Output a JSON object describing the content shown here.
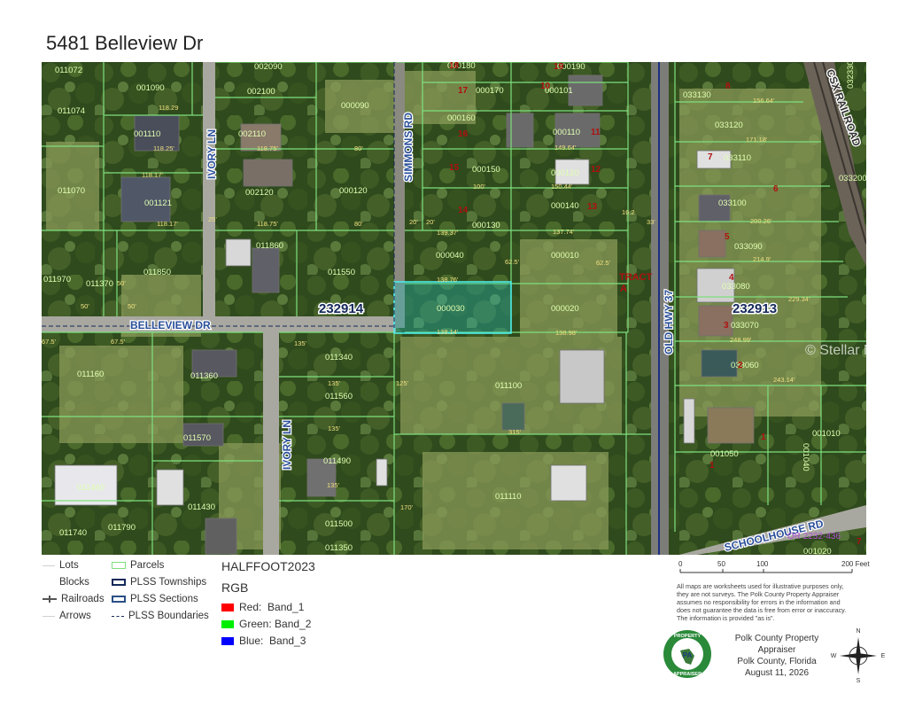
{
  "title": "5481 Belleview Dr",
  "watermark": "© Stellar MLS",
  "roads": {
    "ivory_ln_top": "IVORY LN",
    "ivory_ln_bottom": "IVORY LN",
    "simmons_rd": "SIMMONS RD",
    "belleview_dr": "BELLEVIEW DR",
    "old_hwy_37": "OLD HWY 37",
    "csx_railroad": "CSX RAILROAD",
    "schoolhouse_rd": "SCHOOLHOUSE RD"
  },
  "plss_sections": [
    "232914",
    "232913"
  ],
  "tract": [
    "TRACT",
    "A"
  ],
  "book_ref": "OR 2232-436",
  "parcels": [
    "011072",
    "001090",
    "002090",
    "002100",
    "000090",
    "011074",
    "001110",
    "002110",
    "011070",
    "001121",
    "002120",
    "000120",
    "011970",
    "011370",
    "011850",
    "011860",
    "011550",
    "011160",
    "011360",
    "011340",
    "011560",
    "011570",
    "011460",
    "011490",
    "011430",
    "011500",
    "011350",
    "011740",
    "011790",
    "000180",
    "000190",
    "000170",
    "000101",
    "000160",
    "000110",
    "000150",
    "000120",
    "000130",
    "000140",
    "000040",
    "000010",
    "000030",
    "000020",
    "011100",
    "011110",
    "033130",
    "033120",
    "033110",
    "033100",
    "033090",
    "033080",
    "033070",
    "033060",
    "033200",
    "032330",
    "001010",
    "001050",
    "001040",
    "001020"
  ],
  "lots": [
    "18",
    "19",
    "17",
    "10",
    "16",
    "11",
    "15",
    "12",
    "14",
    "13",
    "9",
    "8",
    "7",
    "6",
    "5",
    "4",
    "3",
    "2",
    "1",
    "1",
    "7",
    "2"
  ],
  "dimensions": [
    "118.29",
    "118.25'",
    "118.75'",
    "118.75'",
    "118.17'",
    "118.17'",
    "80'",
    "80'",
    "50'",
    "50'",
    "50'",
    "67.5'",
    "67.5'",
    "135'",
    "135'",
    "135'",
    "135'",
    "20'",
    "20'",
    "25'",
    "149.64'",
    "150.44'",
    "138.76'",
    "138.14'",
    "137.74'",
    "138.98'",
    "139.37'",
    "62.5'",
    "62.5'",
    "125'",
    "170'",
    "315'",
    "156.64'",
    "171.18'",
    "200.26'",
    "214.9'",
    "229.34'",
    "248.99'",
    "243.14'",
    "16.2",
    "33'",
    "100'"
  ],
  "legend": {
    "items": [
      "Lots",
      "Blocks",
      "Railroads",
      "Arrows",
      "Parcels",
      "PLSS Townships",
      "PLSS Sections",
      "PLSS Boundaries"
    ]
  },
  "raster": {
    "title": "HALFFOOT2023",
    "subtitle": "RGB",
    "bands": [
      {
        "label": "Red:",
        "value": "Band_1",
        "color": "#ff0000"
      },
      {
        "label": "Green:",
        "value": "Band_2",
        "color": "#00ee00"
      },
      {
        "label": "Blue:",
        "value": "Band_3",
        "color": "#0000ff"
      }
    ]
  },
  "scale": {
    "ticks": [
      "0",
      "50",
      "100",
      "200 Feet"
    ]
  },
  "disclaimer": [
    "All maps are worksheets used for illustrative purposes only,",
    "they are not surveys. The Polk County Property Appraiser",
    "assumes no responsibility for errors in the information and",
    "does not guarantee the data is free from error or inaccuracy.",
    "The information is provided \"as is\"."
  ],
  "agency": {
    "name": "Polk County Property Appraiser",
    "location": "Polk County, Florida",
    "date": "August 11, 2026"
  },
  "seal": {
    "top": "PROPERTY",
    "bottom": "APPRAISER",
    "center": "PA"
  },
  "compass": {
    "n": "N",
    "s": "S",
    "e": "E",
    "w": "W"
  },
  "colors": {
    "parcel_line": "#7ee07e",
    "highlight": "#26c6c6",
    "dimension_text": "#f0e080",
    "parcel_text": "#1a6b1a",
    "lot_text": "#b01010",
    "plss": "#14285a",
    "road_label": "#2a4f9a"
  }
}
